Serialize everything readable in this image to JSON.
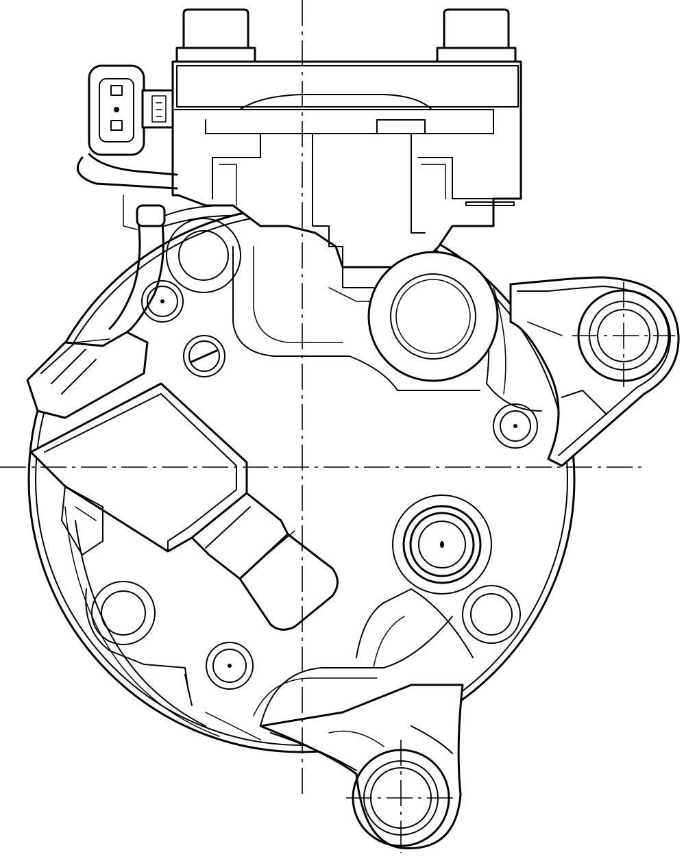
{
  "drawing": {
    "subject": "ac-compressor",
    "line_color": "#000000",
    "background_color": "#ffffff",
    "parts": [
      "mounting-stud-left",
      "mounting-stud-right",
      "valve-block",
      "electrical-connector",
      "wire-harness",
      "compressor-body",
      "control-valve",
      "mounting-ear-right",
      "mounting-ear-bottom",
      "suction-port",
      "discharge-port",
      "centerline-vertical",
      "centerline-horizontal"
    ]
  }
}
